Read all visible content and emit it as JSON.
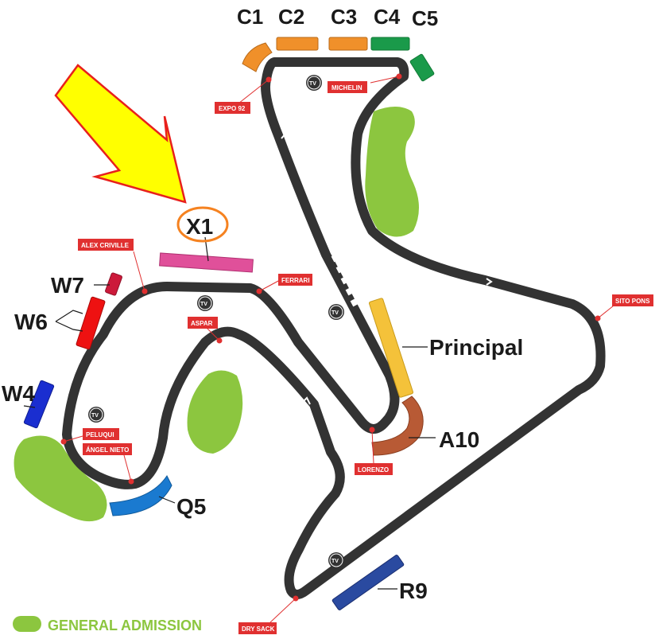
{
  "colors": {
    "track": "#333333",
    "track_edge": "#2a2a2a",
    "general_admission": "#8cc63f",
    "corner_marker": "#e03030",
    "arrow_fill": "#ffff00",
    "arrow_stroke": "#e8201c",
    "x1_circle": "#f58220"
  },
  "stands": {
    "c1": "C1",
    "c2": "C2",
    "c3": "C3",
    "c4": "C4",
    "c5": "C5",
    "x1": "X1",
    "w7": "W7",
    "w6": "W6",
    "w4": "W4",
    "principal": "Principal",
    "a10": "A10",
    "q5": "Q5",
    "r9": "R9"
  },
  "corners": {
    "expo92": "EXPO 92",
    "michelin": "MICHELIN",
    "alex_criville": "ALEX CRIVILLE",
    "ferrari": "FERRARI",
    "aspar": "ASPAR",
    "sito_pons": "SITO PONS",
    "peluqui": "PELUQUI",
    "angel_nieto": "ÁNGEL NIETO",
    "lorenzo": "LORENZO",
    "dry_sack": "DRY SACK"
  },
  "tv_label": "TV",
  "legend": {
    "general_admission": "GENERAL ADMISSION"
  }
}
